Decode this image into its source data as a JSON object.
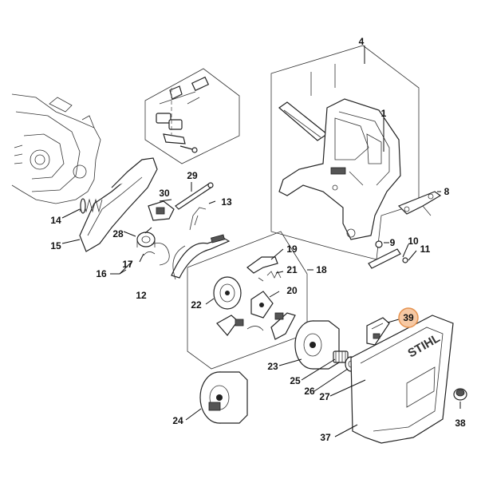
{
  "labels": {
    "p1": "1",
    "p4": "4",
    "p8": "8",
    "p9": "9",
    "p10": "10",
    "p11": "11",
    "p12": "12",
    "p13": "13",
    "p14": "14",
    "p15": "15",
    "p16": "16",
    "p17": "17",
    "p18": "18",
    "p19": "19",
    "p20": "20",
    "p21": "21",
    "p22": "22",
    "p23": "23",
    "p24": "24",
    "p25": "25",
    "p26": "26",
    "p27": "27",
    "p28": "28",
    "p29": "29",
    "p30": "30",
    "p37": "37",
    "p38": "38",
    "p39": "39"
  },
  "brand": "STIHL",
  "highlight": {
    "part": "39",
    "color": "#f6c9a4",
    "border": "#e69350"
  }
}
